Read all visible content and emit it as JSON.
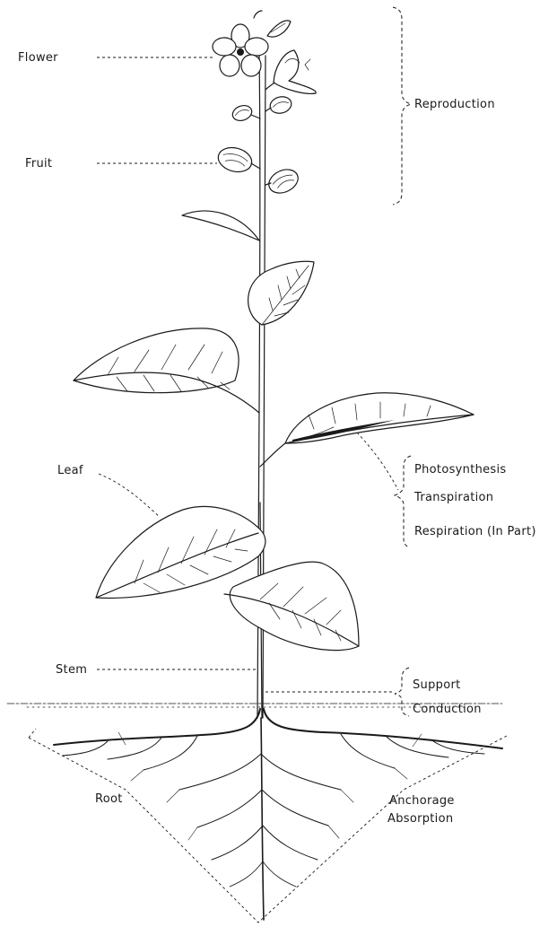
{
  "labels": {
    "flower": "Flower",
    "fruit": "Fruit",
    "leaf": "Leaf",
    "stem": "Stem",
    "root": "Root"
  },
  "functions": {
    "reproduction": "Reproduction",
    "photosynthesis": "Photosynthesis",
    "transpiration": "Transpiration",
    "respiration": "Respiration (In Part)",
    "support": "Support",
    "conduction": "Conduction",
    "anchorage": "Anchorage",
    "absorption": "Absorption"
  }
}
